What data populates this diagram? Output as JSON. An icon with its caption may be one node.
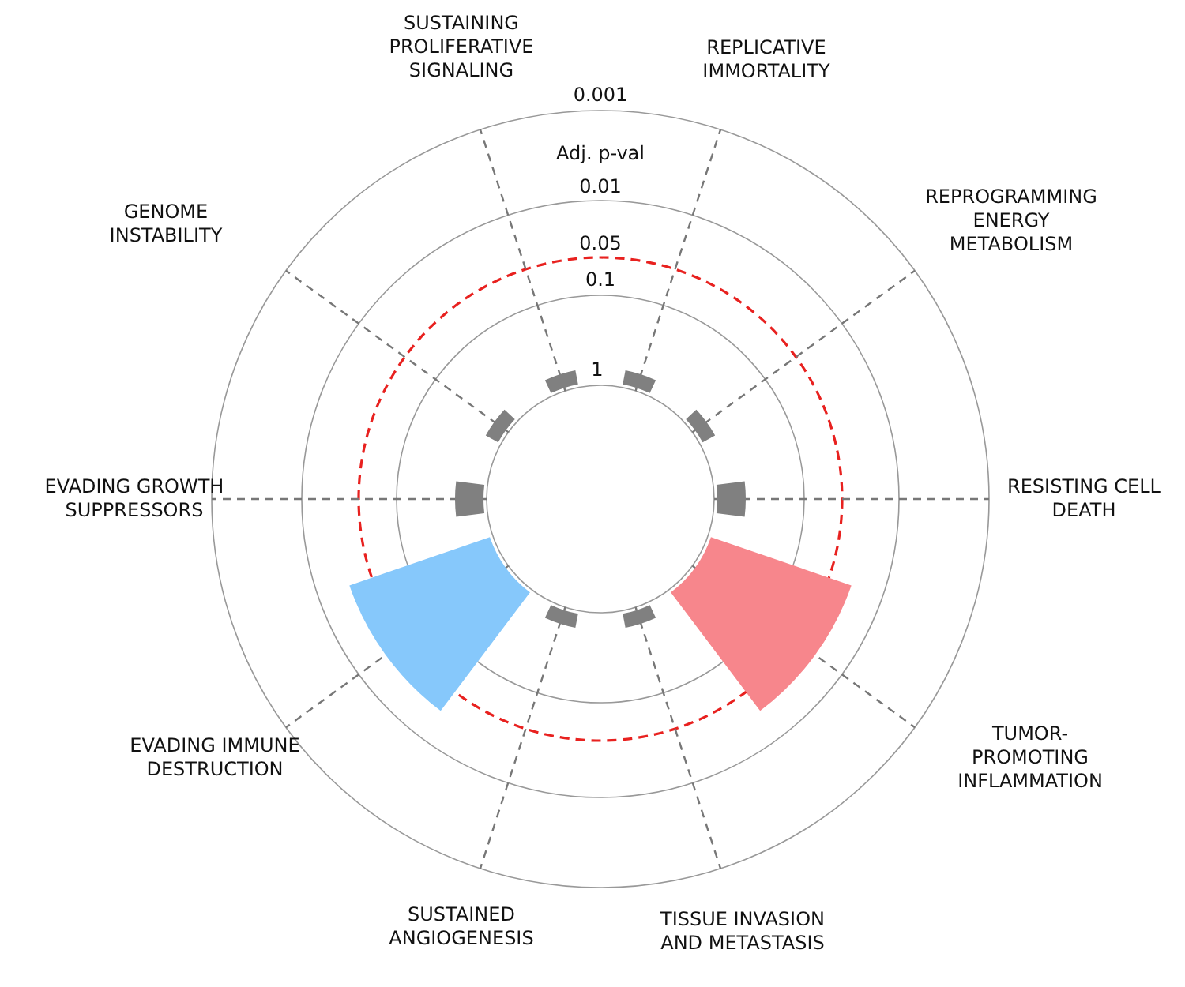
{
  "diagram": {
    "labels": [
      "SUSTAINING PROLIFERATIVE SIGNALING",
      "REPLICATIVE IMMORTALITY",
      "Adj. p-val",
      "0.001",
      "0.01",
      "REPROGRAMMING ENERGY METABOLISM",
      "GENOME INSTABILITY",
      "0.05",
      "0.1",
      "1",
      "EVADING GROWTH SUPPRESSORS",
      "RESISTING CELL DEATH",
      "EVADING IMMUNE DESTRUCTION",
      "TUMOR-PROMOTING INFLAMMATION",
      "SUSTAINED ANGIOGENESIS",
      "TISSUE INVASION AND METASTASIS"
    ]
  }
}
